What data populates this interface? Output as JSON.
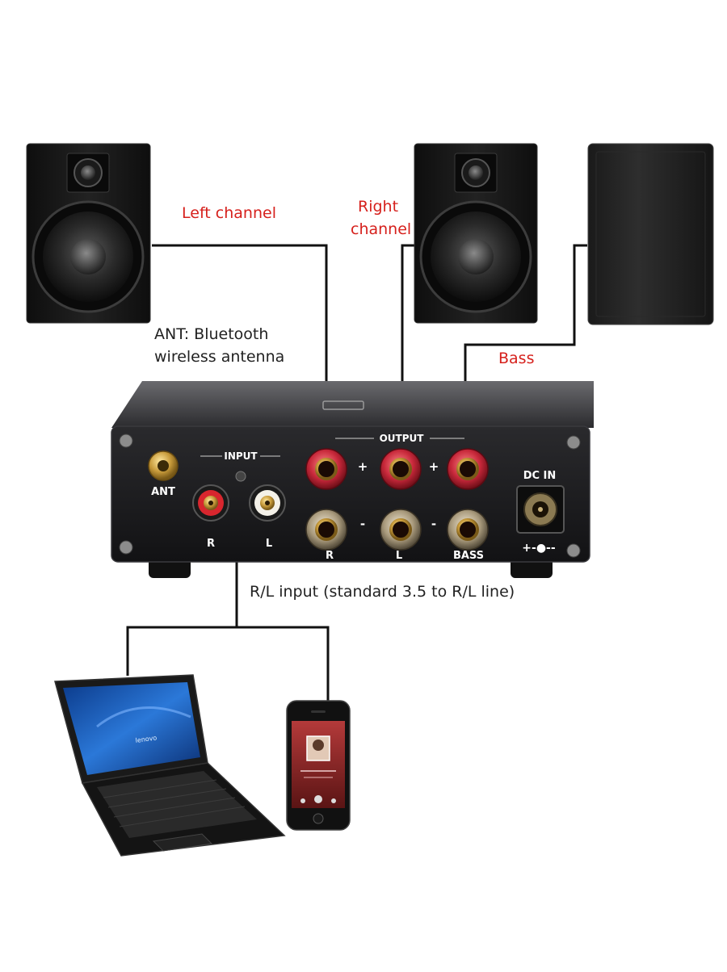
{
  "colors": {
    "label_red": "#d6201c",
    "label_dark": "#222222",
    "wire": "#111111",
    "amp_body": "#1b1b1d",
    "speaker_cabinet": "#161616"
  },
  "labels": {
    "left_channel": "Left channel",
    "right_channel_line1": "Right",
    "right_channel_line2": "channel",
    "bass": "Bass",
    "ant_line1": "ANT: Bluetooth",
    "ant_line2": "wireless antenna",
    "rl_input": "R/L input (standard 3.5 to R/L line)"
  },
  "panel": {
    "ant": "ANT",
    "input": "INPUT",
    "output": "OUTPUT",
    "dc_in": "DC IN",
    "input_r": "R",
    "input_l": "L",
    "out_r": "R",
    "out_l": "L",
    "out_bass": "BASS",
    "plus": "+",
    "minus": "-",
    "dc_polarity": "+-●--"
  },
  "devices": {
    "laptop_brand": "lenovo",
    "phone": "smartphone"
  }
}
